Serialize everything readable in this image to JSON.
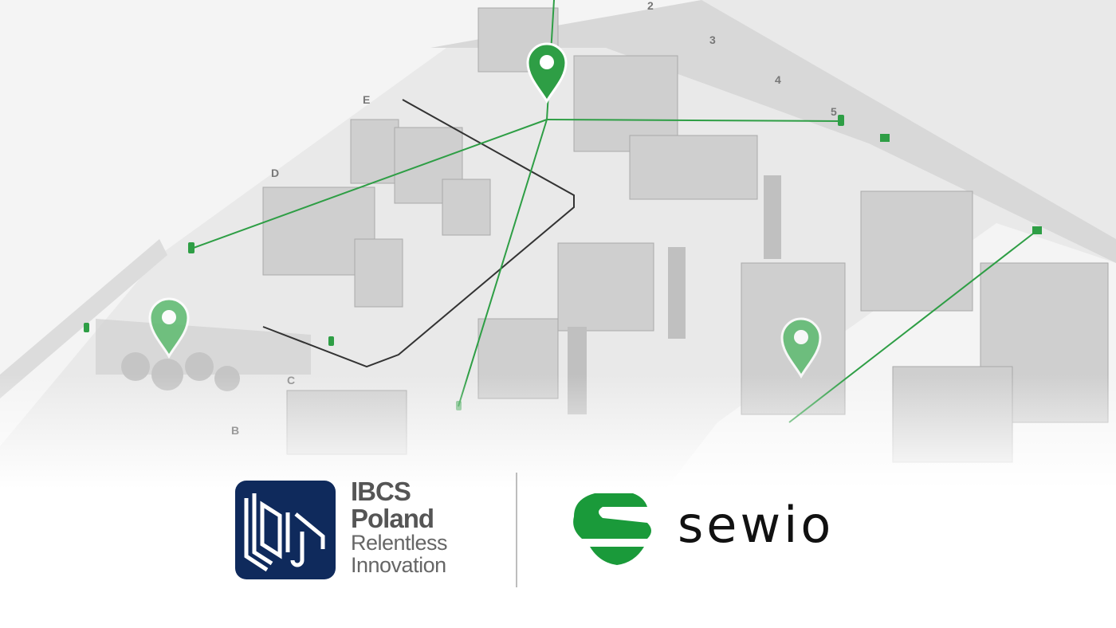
{
  "illustration": {
    "zone_labels": [
      "E",
      "D",
      "C",
      "B"
    ],
    "dock_numbers": [
      "2",
      "3",
      "4",
      "5"
    ],
    "accent_color": "#2e9e45",
    "icons": [
      "location-pin-icon",
      "anchor-icon"
    ]
  },
  "logos": {
    "ibcs": {
      "line1": "IBCS",
      "line2": "Poland",
      "line3": "Relentless",
      "line4": "Innovation",
      "color": "#0f2a5c"
    },
    "sewio": {
      "wordmark": "sewio",
      "color": "#1a9a3a"
    }
  }
}
